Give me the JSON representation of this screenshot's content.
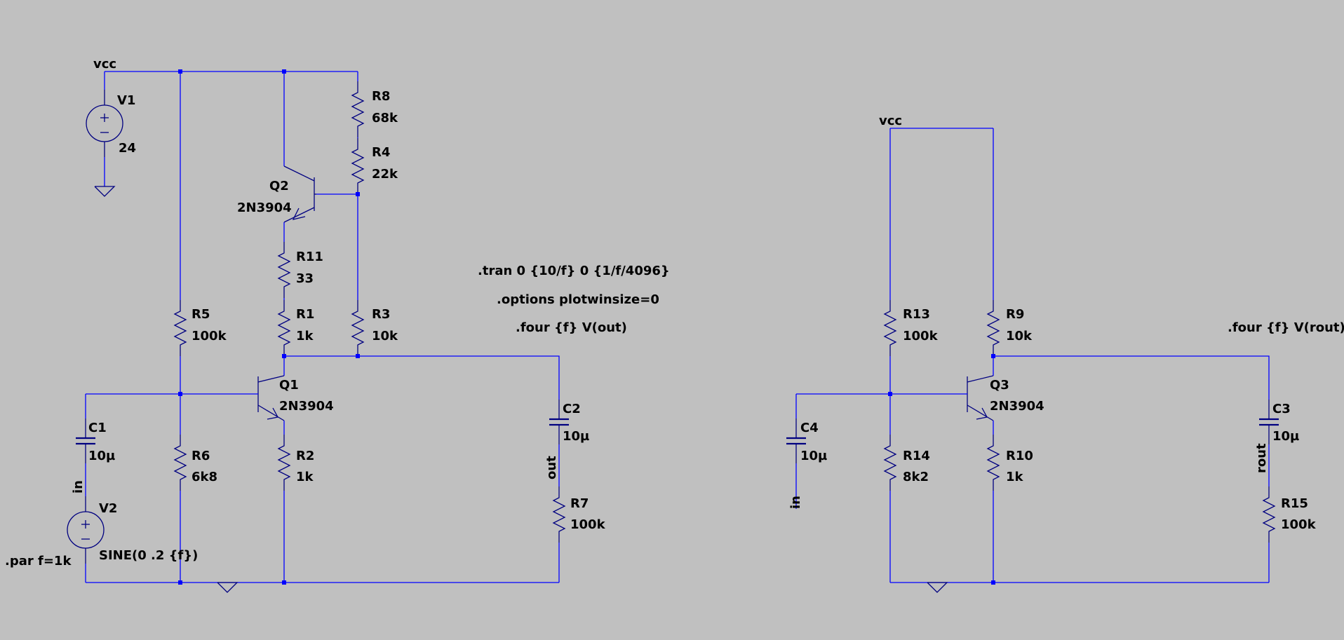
{
  "colors": {
    "background": "#c0c0c0",
    "wire": "#0000ff",
    "symbol": "#000080",
    "text": "#000000"
  },
  "net_labels": {
    "vcc_left": "vcc",
    "vcc_right": "vcc",
    "in_left": "in",
    "out": "out",
    "in_right": "in",
    "rout": "rout"
  },
  "components": {
    "V1": {
      "name": "V1",
      "value": "24"
    },
    "V2": {
      "name": "V2",
      "value": "SINE(0 .2 {f})"
    },
    "R8": {
      "name": "R8",
      "value": "68k"
    },
    "R4": {
      "name": "R4",
      "value": "22k"
    },
    "Q2": {
      "name": "Q2",
      "value": "2N3904"
    },
    "R11": {
      "name": "R11",
      "value": "33"
    },
    "R5": {
      "name": "R5",
      "value": "100k"
    },
    "R1": {
      "name": "R1",
      "value": "1k"
    },
    "R3": {
      "name": "R3",
      "value": "10k"
    },
    "Q1": {
      "name": "Q1",
      "value": "2N3904"
    },
    "C1": {
      "name": "C1",
      "value": "10µ"
    },
    "R6": {
      "name": "R6",
      "value": "6k8"
    },
    "R2": {
      "name": "R2",
      "value": "1k"
    },
    "C2": {
      "name": "C2",
      "value": "10µ"
    },
    "R7": {
      "name": "R7",
      "value": "100k"
    },
    "R13": {
      "name": "R13",
      "value": "100k"
    },
    "R9": {
      "name": "R9",
      "value": "10k"
    },
    "Q3": {
      "name": "Q3",
      "value": "2N3904"
    },
    "C4": {
      "name": "C4",
      "value": "10µ"
    },
    "R14": {
      "name": "R14",
      "value": "8k2"
    },
    "R10": {
      "name": "R10",
      "value": "1k"
    },
    "C3": {
      "name": "C3",
      "value": "10µ"
    },
    "R15": {
      "name": "R15",
      "value": "100k"
    }
  },
  "directives": {
    "tran": ".tran 0 {10/f} 0 {1/f/4096}",
    "options": ".options plotwinsize=0",
    "four_out": ".four {f} V(out)",
    "four_rout": ".four {f} V(rout)",
    "param": ".par f=1k"
  }
}
